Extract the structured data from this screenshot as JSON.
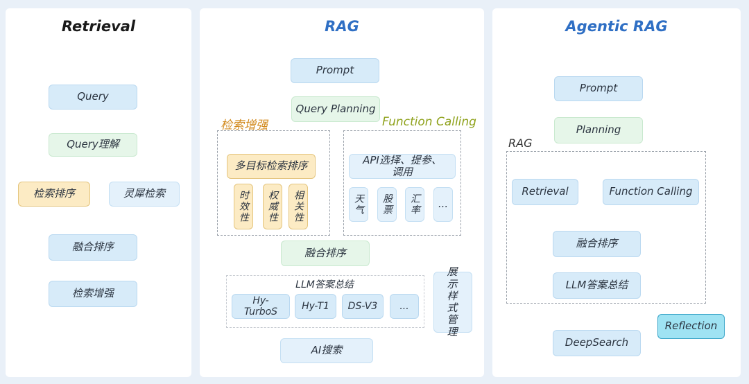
{
  "panels": {
    "retrieval": {
      "title": "Retrieval",
      "query": "Query",
      "understanding": "Query理解",
      "search_rank": "检索排序",
      "smart_search": "灵犀检索",
      "fusion_rank": "融合排序",
      "retrieval_enhance": "检索增强"
    },
    "rag": {
      "title": "RAG",
      "prompt": "Prompt",
      "query_planning": "Query Planning",
      "retrieval_enhance_label": "检索增强",
      "function_calling_label": "Function Calling",
      "multi_target": "多目标检索排序",
      "timeliness": "时效性",
      "authority": "权威性",
      "relevance": "相关性",
      "api_select": "API选择、提参、调用",
      "weather": "天气",
      "stock": "股票",
      "exchange": "汇率",
      "more": "...",
      "fusion_rank": "融合排序",
      "llm_summary": "LLM答案总结",
      "models": [
        "Hy-TurboS",
        "Hy-T1",
        "DS-V3",
        "..."
      ],
      "display_style": "展示样式管理",
      "ai_search": "AI搜索"
    },
    "agentic": {
      "title": "Agentic RAG",
      "prompt": "Prompt",
      "planning": "Planning",
      "rag_label": "RAG",
      "retrieval": "Retrieval",
      "function_calling": "Function Calling",
      "fusion_rank": "融合排序",
      "llm_summary": "LLM答案总结",
      "reflection": "Reflection",
      "deepsearch": "DeepSearch"
    }
  },
  "colors": {
    "title_dark": "#1a1a1a",
    "title_blue": "#2f6fc4",
    "label_orange": "#d28a1e",
    "label_olive": "#8fa21c"
  }
}
